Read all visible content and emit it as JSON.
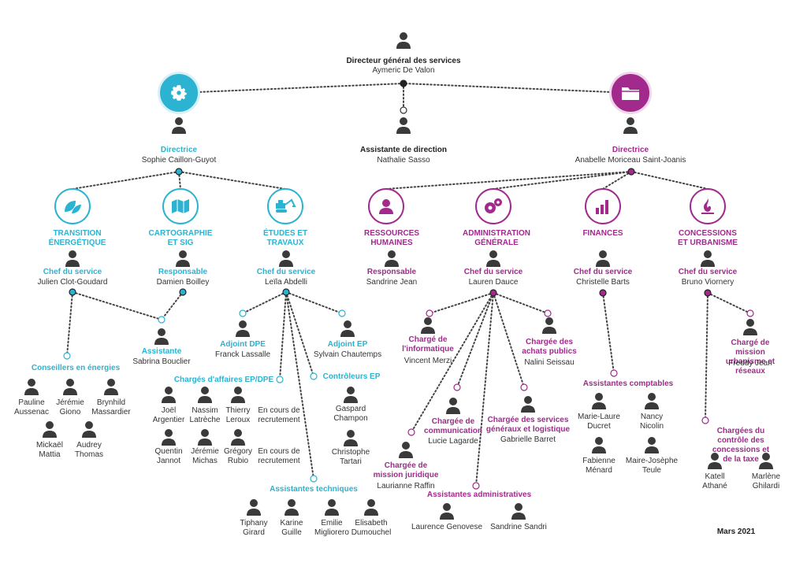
{
  "colors": {
    "left": "#2bb3d1",
    "right": "#a12a8c",
    "dark": "#3a3a3a"
  },
  "dg": {
    "title": "Directeur général des services",
    "name": "Aymeric De Valon"
  },
  "asst": {
    "title": "Assistante de direction",
    "name": "Nathalie Sasso"
  },
  "left_dir": {
    "title": "Directrice",
    "name": "Sophie Caillon-Guyot"
  },
  "right_dir": {
    "title": "Directrice",
    "name": "Anabelle Moriceau Saint-Joanis"
  },
  "services": {
    "te": {
      "title": "TRANSITION\nÉNERGÉTIQUE",
      "role": "Chef du service",
      "name": "Julien Clot-Goudard"
    },
    "cs": {
      "title": "CARTOGRAPHIE\nET SIG",
      "role": "Responsable",
      "name": "Damien Boilley"
    },
    "et": {
      "title": "ÉTUDES ET\nTRAVAUX",
      "role": "Chef du service",
      "name": "Leïla Abdelli"
    },
    "rh": {
      "title": "RESSOURCES\nHUMAINES",
      "role": "Responsable",
      "name": "Sandrine Jean"
    },
    "ag": {
      "title": "ADMINISTRATION\nGÉNÉRALE",
      "role": "Chef du service",
      "name": "Lauren Dauce"
    },
    "fi": {
      "title": "FINANCES",
      "role": "Chef du service",
      "name": "Christelle Barts"
    },
    "cu": {
      "title": "CONCESSIONS\nET URBANISME",
      "role": "Chef du service",
      "name": "Bruno Viornery"
    }
  },
  "te_team": {
    "asst_title": "Assistante",
    "asst_name": "Sabrina Bouclier",
    "cons_title": "Conseillers en énergies",
    "members": [
      "Pauline\nAussenac",
      "Jérémie\nGiono",
      "Brynhild\nMassardier",
      "Mickaël\nMattia",
      "Audrey\nThomas"
    ]
  },
  "et_team": {
    "dpe_title": "Adjoint DPE",
    "dpe_name": "Franck Lassalle",
    "ep_title": "Adjoint EP",
    "ep_name": "Sylvain Chautemps",
    "cha_title": "Chargés d'affaires EP/DPE",
    "cha": [
      "Joël\nArgentier",
      "Nassim\nLatrèche",
      "Thierry\nLeroux",
      "En cours de\nrecrutement",
      "Quentin\nJannot",
      "Jérémie\nMichas",
      "Grégory\nRubio",
      "En cours de\nrecrutement"
    ],
    "ctrl_title": "Contrôleurs EP",
    "ctrl": [
      "Gaspard\nChampon",
      "Christophe\nTartari"
    ],
    "tech_title": "Assistantes techniques",
    "tech": [
      "Tiphany\nGirard",
      "Karine\nGuille",
      "Emilie\nMigliorero",
      "Elisabeth\nDumouchel"
    ]
  },
  "ag_team": {
    "info_title": "Chargé de\nl'informatique",
    "info_name": "Vincent Merzi",
    "ach_title": "Chargée des\nachats publics",
    "ach_name": "Nalini Seissau",
    "com_title": "Chargée de\ncommunication",
    "com_name": "Lucie Lagarde",
    "sg_title": "Chargée des services\ngénéraux et logistique",
    "sg_name": "Gabrielle Barret",
    "jur_title": "Chargée de\nmission juridique",
    "jur_name": "Laurianne Raffin",
    "adm_title": "Assistantes administratives",
    "adm": [
      "Laurence Genovese",
      "Sandrine Sandri"
    ]
  },
  "fi_team": {
    "title": "Assistantes comptables",
    "members": [
      "Marie-Laure\nDucret",
      "Nancy\nNicolin",
      "Fabienne\nMénard",
      "Maire-Josèphe\nTeule"
    ]
  },
  "cu_team": {
    "mis_title": "Chargé de mission\nurbanisme et réseaux",
    "mis_name": "Freddy Jean",
    "ctrl_title": "Chargées du contrôle des\nconcessions et de la taxe",
    "members": [
      "Katell\nAthané",
      "Marlène\nGhilardi"
    ]
  },
  "date": "Mars 2021"
}
